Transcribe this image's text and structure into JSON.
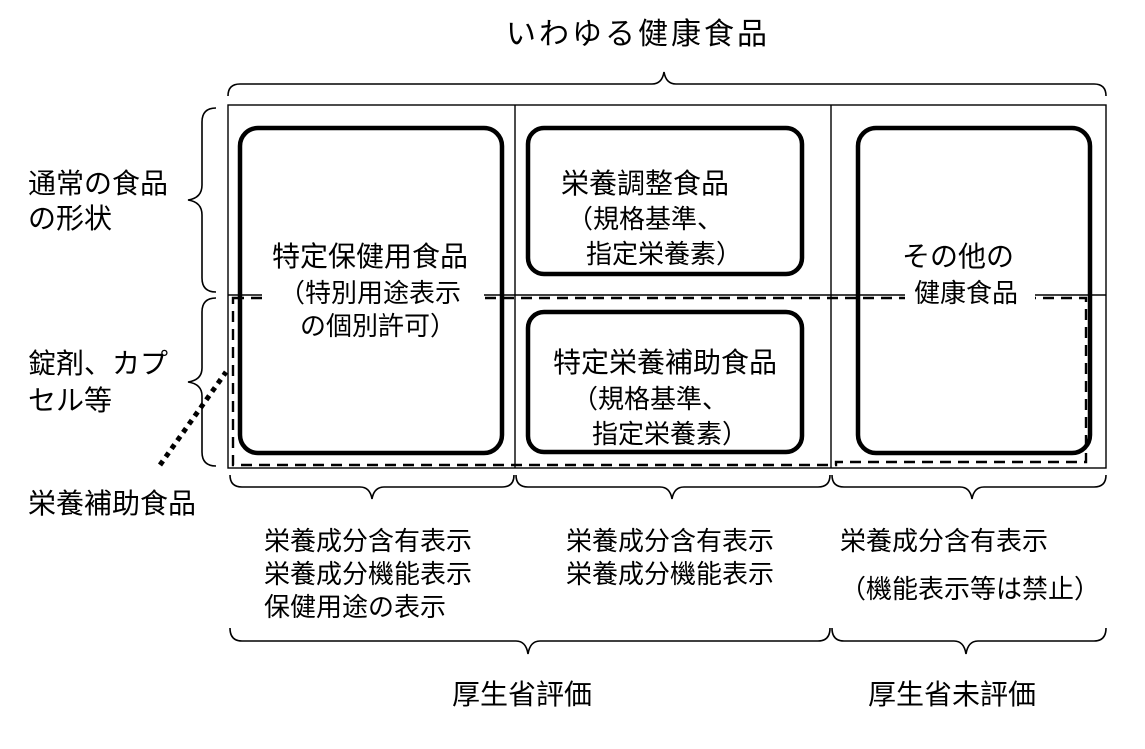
{
  "title": "いわゆる健康食品",
  "rows": {
    "normal_form": [
      "通常の食品",
      "の形状"
    ],
    "tablet_form": [
      "錠剤、カプ",
      "セル等"
    ],
    "supplement_label": "栄養補助食品"
  },
  "boxes": {
    "fosfhu": [
      "特定保健用食品",
      "（特別用途表示",
      "の個別許可）"
    ],
    "nutrition_adjusted": [
      "栄養調整食品",
      "（規格基準、",
      "指定栄養素）"
    ],
    "specified_supplement": [
      "特定栄養補助食品",
      "（規格基準、",
      "指定栄養素）"
    ],
    "other_health": [
      "その他の",
      "健康食品"
    ]
  },
  "labeling": {
    "col1": [
      "栄養成分含有表示",
      "栄養成分機能表示",
      "保健用途の表示"
    ],
    "col2": [
      "栄養成分含有表示",
      "栄養成分機能表示"
    ],
    "col3": [
      "栄養成分含有表示",
      "（機能表示等は禁止）"
    ]
  },
  "evaluation": {
    "evaluated": "厚生省評価",
    "not_evaluated": "厚生省未評価"
  }
}
